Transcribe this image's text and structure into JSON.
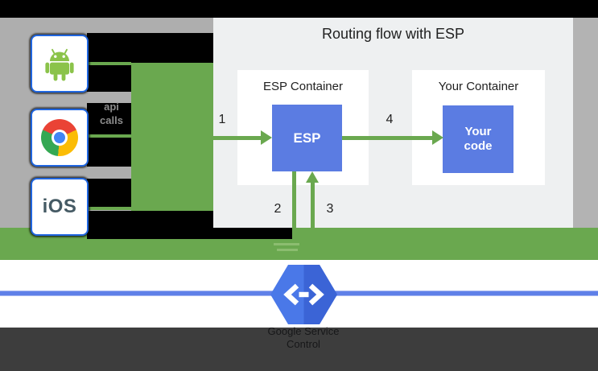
{
  "title": "Routing flow with ESP",
  "clients": {
    "api_calls_line1": "api",
    "api_calls_line2": "calls",
    "items": [
      {
        "name": "android",
        "icon": "android-icon",
        "label": ""
      },
      {
        "name": "chrome",
        "icon": "chrome-browser-icon",
        "label": ""
      },
      {
        "name": "ios",
        "icon": "",
        "label": "iOS"
      }
    ]
  },
  "containers": {
    "esp": {
      "title": "ESP Container",
      "box": "ESP"
    },
    "your": {
      "title": "Your Container",
      "box_line1": "Your",
      "box_line2": "code"
    }
  },
  "steps": {
    "s1": "1",
    "s2": "2",
    "s3": "3",
    "s4": "4"
  },
  "footer": {
    "icon": "cloud-endpoints-hexagon-icon",
    "label_line1": "Google Service",
    "label_line2": "Control"
  },
  "colors": {
    "arrow_green": "#6aa84f",
    "blue_box": "#5b7ce2",
    "panel_bg": "#eef0f1",
    "side_gray": "#aeaeae",
    "client_border_blue": "#2066e0",
    "footer_rule_blue": "#5f80e8",
    "hexagon_blue": "#4a78e8",
    "hexagon_blue_dark": "#3b64d6",
    "overlay_black": "#000000",
    "dark_bottom_bar": "rgba(0,0,0,0.76)",
    "android_green": "#8bc34a"
  }
}
